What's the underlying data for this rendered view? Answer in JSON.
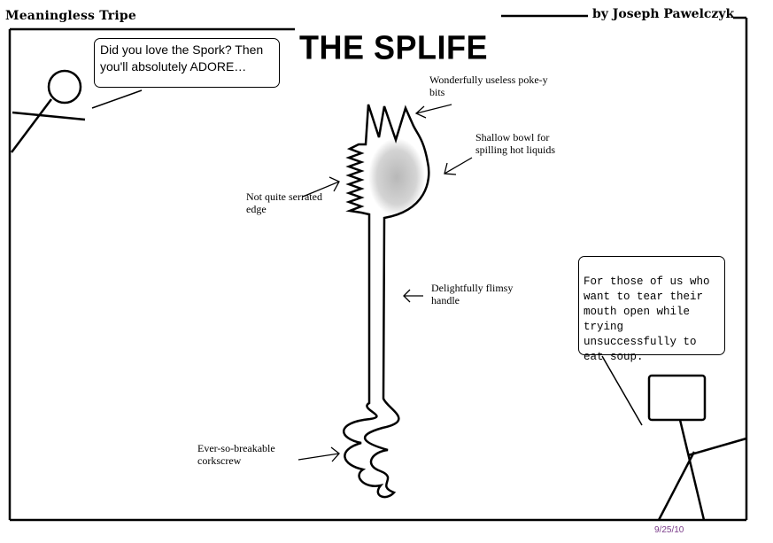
{
  "header": {
    "series_title": "Meaningless Tripe",
    "byline": "by Joseph Pawelczyk"
  },
  "comic": {
    "title": "THE SPLIFE",
    "left_speech": "Did you love the Spork? Then you'll absolutely ADORE…",
    "right_speech": "For those of us who want to tear their mouth open while trying unsuccessfully to eat soup.",
    "labels": {
      "poke_bits": "Wonderfully useless poke-y bits",
      "bowl": "Shallow bowl for spilling hot liquids",
      "serrated": "Not quite serrated edge",
      "handle": "Delightfully flimsy handle",
      "corkscrew": "Ever-so-breakable corkscrew"
    }
  },
  "footer": {
    "date": "9/25/10"
  }
}
